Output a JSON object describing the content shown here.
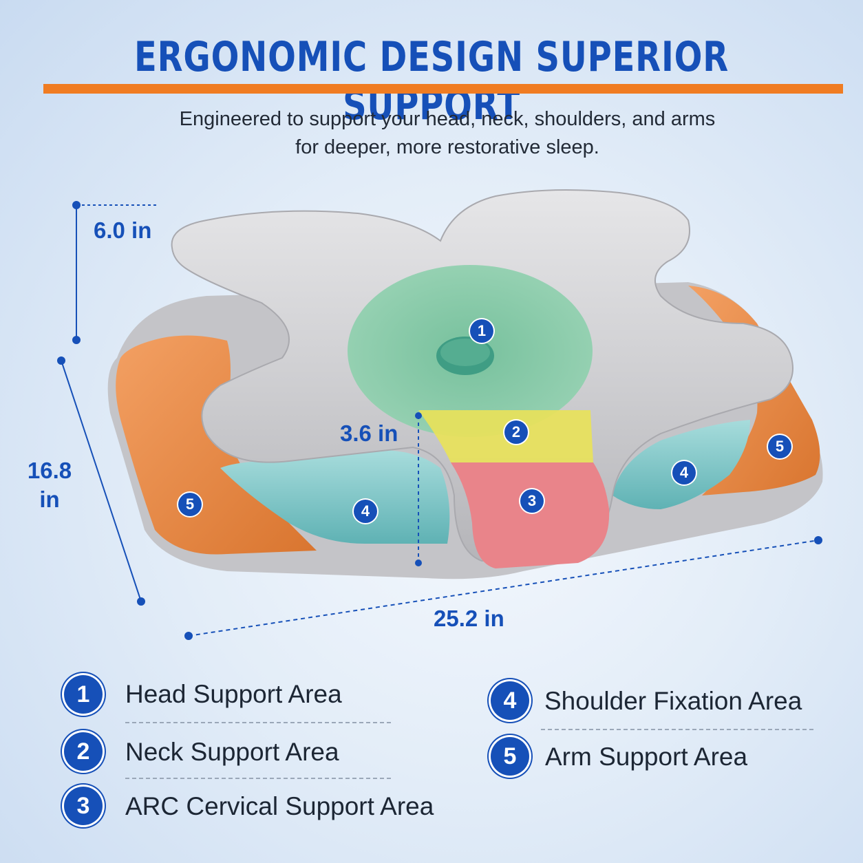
{
  "header": {
    "title": "ERGONOMIC DESIGN SUPERIOR SUPPORT",
    "subtitle_line1": "Engineered to support your head, neck, shoulders, and arms",
    "subtitle_line2": "for deeper, more restorative sleep."
  },
  "dimensions": {
    "height": "6.0 in",
    "depth_line1": "16.8",
    "depth_line2": "in",
    "neck": "3.6 in",
    "width": "25.2 in"
  },
  "zone_markers": [
    "1",
    "2",
    "3",
    "4",
    "4",
    "5",
    "5"
  ],
  "legend": [
    {
      "number": "1",
      "label": "Head Support Area"
    },
    {
      "number": "2",
      "label": "Neck Support Area"
    },
    {
      "number": "3",
      "label": "ARC Cervical Support Area"
    },
    {
      "number": "4",
      "label": "Shoulder Fixation Area"
    },
    {
      "number": "5",
      "label": "Arm Support Area"
    }
  ],
  "colors": {
    "accent_blue": "#1650b8",
    "accent_orange": "#f07c22",
    "head_zone": "#7fc9a4",
    "neck_zone": "#e8e25a",
    "arc_zone": "#e9848a",
    "shoulder_zone": "#7cc4c6",
    "arm_zone": "#e98b43",
    "pillow_gray": "#c9c9cc"
  }
}
